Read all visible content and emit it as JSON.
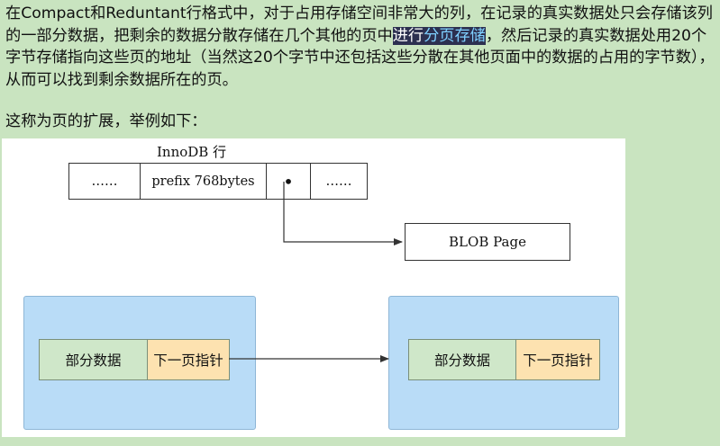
{
  "intro": {
    "seg1": "在Compact和Reduntant行格式中，对于占用存储空间非常大的列，在记录的真实数据处只会存储该列的一部分数据，把剩余的数据分散存储在几个其他的页中",
    "hl_plain": "进行",
    "hl_link": "分页存储",
    "seg2": "，然后记录的真实数据处用20个字节存储指向这些页的地址（当然这20个字节中还包括这些分散在其他页面中的数据的占用的字节数），从而可以找到剩余数据所在的页。"
  },
  "lead": "这称为页的扩展，举例如下：",
  "figure": {
    "row_label": "InnoDB 行",
    "row_cells": [
      "……",
      "prefix 768bytes",
      "•",
      "……"
    ],
    "blob_label": "BLOB Page",
    "pages": [
      {
        "data": "部分数据",
        "pointer": "下一页指针"
      },
      {
        "data": "部分数据",
        "pointer": "下一页指针"
      }
    ]
  },
  "colors": {
    "background": "#c9e4c0",
    "highlight": "#2c3050",
    "link": "#7fd0ff",
    "page_box": "#b9dcf7",
    "data_cell": "#cfe7c9",
    "pointer_cell": "#fde2b0"
  }
}
